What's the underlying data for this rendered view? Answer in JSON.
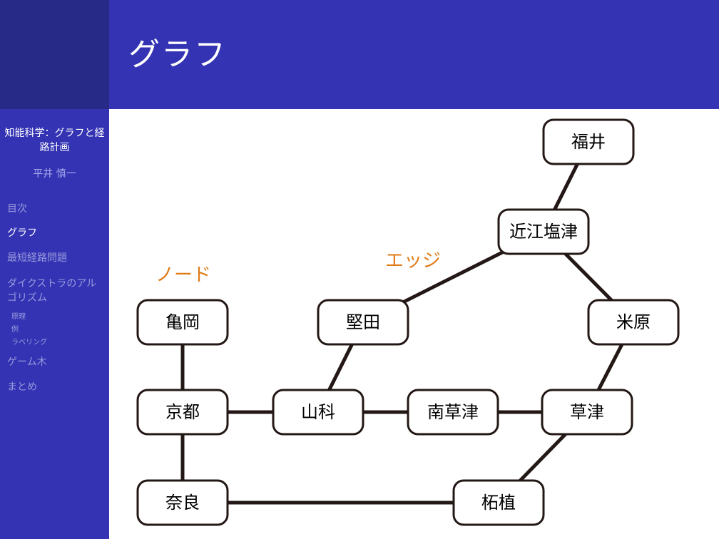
{
  "header": {
    "title": "グラフ"
  },
  "sidebar": {
    "doc_title": "知能科学：グラフと経路計画",
    "author": "平井 慎一",
    "nav": [
      {
        "label": "目次",
        "active": false
      },
      {
        "label": "グラフ",
        "active": true
      },
      {
        "label": "最短経路問題",
        "active": false
      },
      {
        "label": "ダイクストラのアルゴリズム",
        "active": false
      },
      {
        "label": "ゲーム木",
        "active": false
      },
      {
        "label": "まとめ",
        "active": false
      }
    ],
    "subnav": [
      {
        "label": "原理"
      },
      {
        "label": "例"
      },
      {
        "label": "ラベリング"
      }
    ]
  },
  "diagram": {
    "annotations": {
      "node": "ノード",
      "edge": "エッジ"
    },
    "colors": {
      "annotation": "#e07b17",
      "edge": "#231815",
      "node_border": "#231815"
    },
    "nodes": [
      {
        "id": "fukui",
        "label": "福井"
      },
      {
        "id": "omi_shiotsu",
        "label": "近江塩津"
      },
      {
        "id": "kameoka",
        "label": "亀岡"
      },
      {
        "id": "katata",
        "label": "堅田"
      },
      {
        "id": "maibara",
        "label": "米原"
      },
      {
        "id": "kyoto",
        "label": "京都"
      },
      {
        "id": "yamashina",
        "label": "山科"
      },
      {
        "id": "minami_kusatsu",
        "label": "南草津"
      },
      {
        "id": "kusatsu",
        "label": "草津"
      },
      {
        "id": "nara",
        "label": "奈良"
      },
      {
        "id": "tsuge",
        "label": "柘植"
      }
    ],
    "edges": [
      [
        "fukui",
        "omi_shiotsu"
      ],
      [
        "omi_shiotsu",
        "katata"
      ],
      [
        "omi_shiotsu",
        "maibara"
      ],
      [
        "katata",
        "yamashina"
      ],
      [
        "maibara",
        "kusatsu"
      ],
      [
        "kameoka",
        "kyoto"
      ],
      [
        "kyoto",
        "yamashina"
      ],
      [
        "yamashina",
        "minami_kusatsu"
      ],
      [
        "minami_kusatsu",
        "kusatsu"
      ],
      [
        "kyoto",
        "nara"
      ],
      [
        "nara",
        "tsuge"
      ],
      [
        "kusatsu",
        "tsuge"
      ]
    ]
  }
}
